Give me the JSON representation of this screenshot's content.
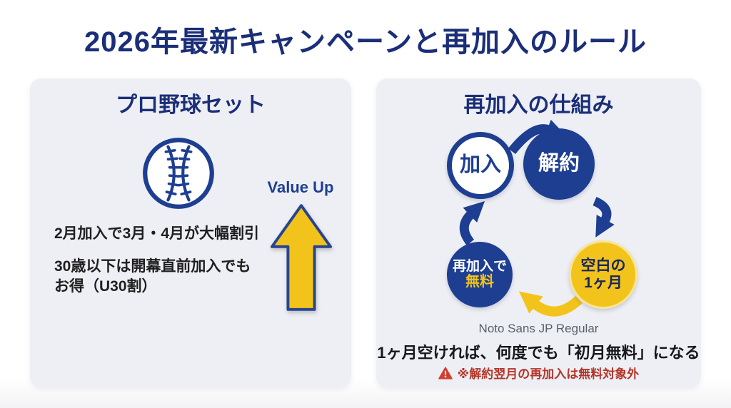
{
  "page": {
    "title": "2026年最新キャンペーンと再加入のルール"
  },
  "left_panel": {
    "title": "プロ野球セット",
    "value_up_label": "Value Up",
    "point1": "2月加入で3月・4月が大幅割引",
    "point2_line1": "30歳以下は開幕直前加入でも",
    "point2_line2": "お得（U30割）"
  },
  "right_panel": {
    "title": "再加入の仕組み",
    "cycle": {
      "join": "加入",
      "cancel": "解約",
      "blank_line1": "空白の",
      "blank_line2": "1ヶ月",
      "rejoin_line1": "再加入で",
      "rejoin_line2": "無料"
    },
    "font_note": "Noto Sans JP Regular",
    "rule_note": "1ヶ月空ければ、何度でも「初月無料」になる",
    "warning": "※解約翌月の再加入は無料対象外"
  },
  "icons": {
    "baseball": "baseball-icon",
    "value_up_arrow": "arrow-up-icon",
    "warning": "warning-triangle-icon"
  },
  "colors": {
    "navy_title": "#1b2e78",
    "navy_diagram": "#1e3e92",
    "yellow": "#f2c41b",
    "panel_bg": "#edeff4",
    "text_dark": "#1f1f1f",
    "note_gray": "#595f66",
    "warning_red": "#b43528"
  }
}
